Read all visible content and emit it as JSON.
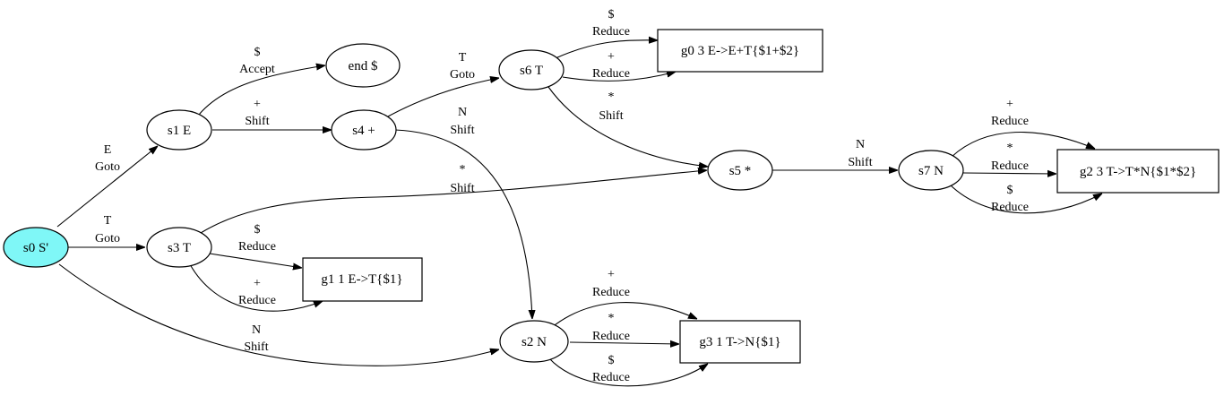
{
  "colors": {
    "start_fill": "#7ff7f7",
    "stroke": "#000000",
    "background": "#ffffff"
  },
  "nodes": {
    "s0": "s0 S'",
    "s1": "s1 E",
    "s3": "s3 T",
    "end": "end $",
    "s4": "s4 +",
    "s6": "s6 T",
    "g0": "g0 3 E->E+T{$1+$2}",
    "g1": "g1 1 E->T{$1}",
    "s5": "s5 *",
    "s2": "s2 N",
    "g3": "g3 1 T->N{$1}",
    "s7": "s7 N",
    "g2": "g2 3 T->T*N{$1*$2}"
  },
  "edges": {
    "s0_s1": {
      "symbol": "E",
      "action": "Goto"
    },
    "s0_s3": {
      "symbol": "T",
      "action": "Goto"
    },
    "s0_s2": {
      "symbol": "N",
      "action": "Shift"
    },
    "s1_end": {
      "symbol": "$",
      "action": "Accept"
    },
    "s1_s4": {
      "symbol": "+",
      "action": "Shift"
    },
    "s4_s6": {
      "symbol": "T",
      "action": "Goto"
    },
    "s4_s2": {
      "symbol": "N",
      "action": "Shift"
    },
    "s3_s5": {
      "symbol": "*",
      "action": "Shift"
    },
    "s3_g1_dollar": {
      "symbol": "$",
      "action": "Reduce"
    },
    "s3_g1_plus": {
      "symbol": "+",
      "action": "Reduce"
    },
    "s6_g0_dollar": {
      "symbol": "$",
      "action": "Reduce"
    },
    "s6_g0_plus": {
      "symbol": "+",
      "action": "Reduce"
    },
    "s6_s5": {
      "symbol": "*",
      "action": "Shift"
    },
    "s5_s7": {
      "symbol": "N",
      "action": "Shift"
    },
    "s7_g2_plus": {
      "symbol": "+",
      "action": "Reduce"
    },
    "s7_g2_star": {
      "symbol": "*",
      "action": "Reduce"
    },
    "s7_g2_dollar": {
      "symbol": "$",
      "action": "Reduce"
    },
    "s2_g3_plus": {
      "symbol": "+",
      "action": "Reduce"
    },
    "s2_g3_star": {
      "symbol": "*",
      "action": "Reduce"
    },
    "s2_g3_dollar": {
      "symbol": "$",
      "action": "Reduce"
    }
  }
}
